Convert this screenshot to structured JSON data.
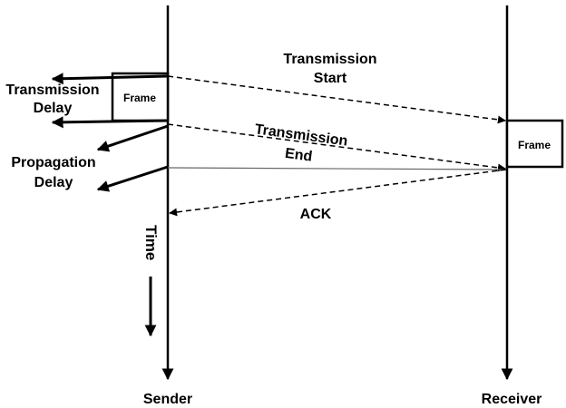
{
  "diagram": {
    "nodes": {
      "sender": "Sender",
      "receiver": "Receiver",
      "frame_sender": "Frame",
      "frame_receiver": "Frame"
    },
    "annotations": {
      "transmission_delay_line1": "Transmission",
      "transmission_delay_line2": "Delay",
      "propagation_delay_line1": "Propagation",
      "propagation_delay_line2": "Delay",
      "time": "Time"
    },
    "messages": {
      "transmission_start_line1": "Transmission",
      "transmission_start_line2": "Start",
      "transmission_end_line1": "Transmission",
      "transmission_end_line2": "End",
      "ack": "ACK"
    }
  }
}
